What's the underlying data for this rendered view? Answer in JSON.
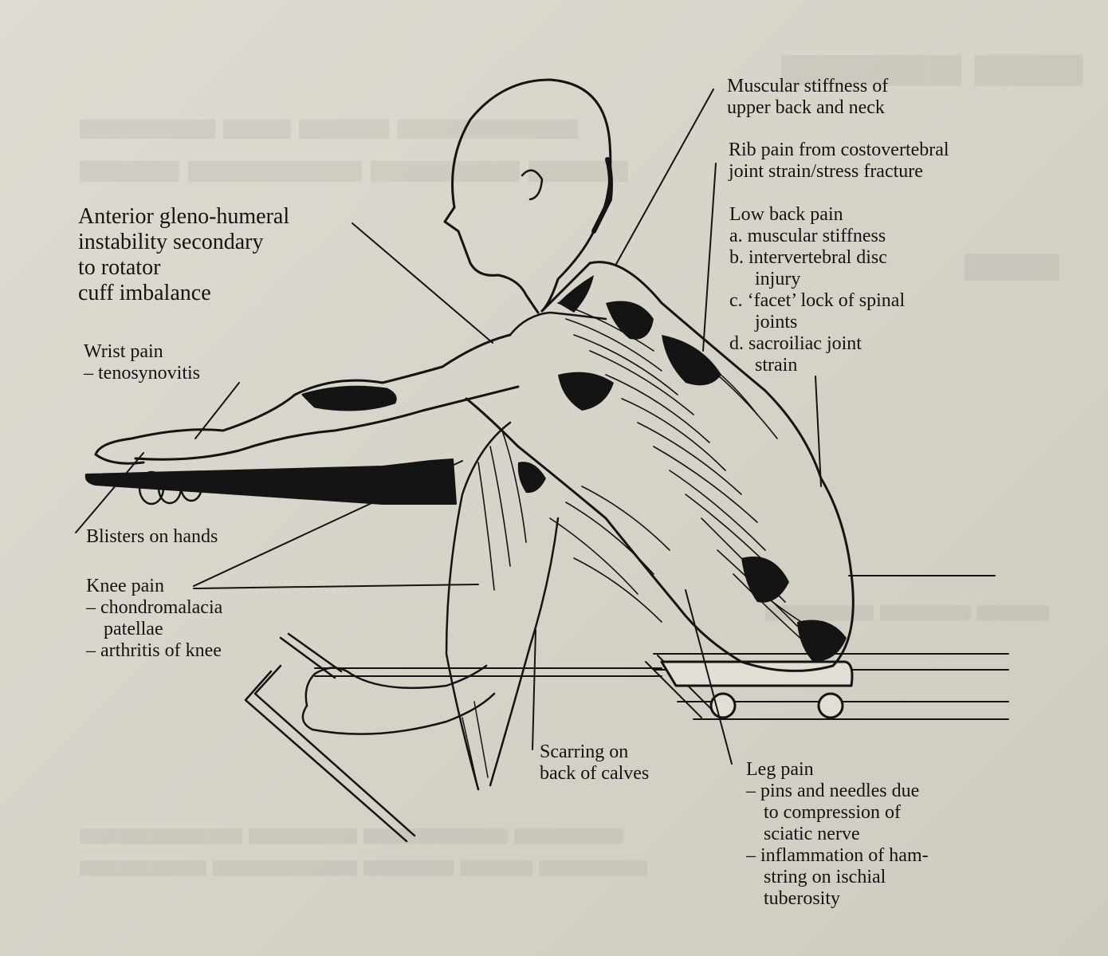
{
  "labels": {
    "gleno": [
      "Anterior gleno-humeral",
      "instability secondary",
      "to rotator",
      "cuff imbalance"
    ],
    "wrist": [
      "Wrist pain",
      "– tenosynovitis"
    ],
    "blisters": [
      "Blisters on hands"
    ],
    "knee": [
      "Knee pain",
      "– chondromalacia",
      "patellae",
      "– arthritis of knee"
    ],
    "calves": [
      "Scarring on",
      "back of calves"
    ],
    "leg": [
      "Leg pain",
      "– pins and needles due",
      "to compression of",
      "sciatic nerve",
      "– inflammation of ham-",
      "string on ischial",
      "tuberosity"
    ],
    "upper_back": [
      "Muscular stiffness of",
      "upper back and neck"
    ],
    "rib": [
      "Rib pain from costovertebral",
      "joint strain/stress fracture"
    ],
    "low_back": [
      "Low back pain",
      "a. muscular stiffness",
      "b. intervertebral disc",
      "injury",
      "c. ‘facet’ lock of spinal",
      "joints",
      "d. sacroiliac joint",
      "strain"
    ]
  },
  "colors": {
    "paper": "#d9d5cc",
    "ink": "#141414"
  }
}
